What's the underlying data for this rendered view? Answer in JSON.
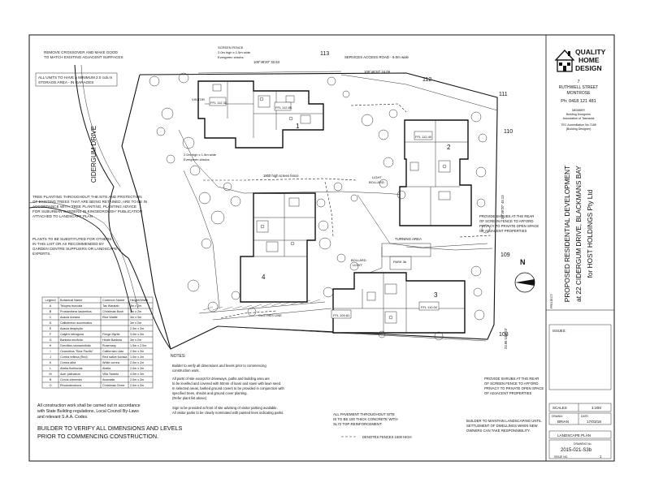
{
  "company": {
    "name_line1": "QUALITY",
    "name_line2": "HOME",
    "name_line3": "DESIGN",
    "address1": "7",
    "address2": "RUTHWELL STREET",
    "address3": "MONTROSE",
    "phone": "Ph: 0418 121 481",
    "member1": "MEMBER",
    "member2": "Building Designers",
    "member3": "Association of Tasmania",
    "accred1": "TEC Accreditation No.7188",
    "accred2": "(Building Designer)"
  },
  "project": {
    "label": "PROJECT:",
    "line1": "PROPOSED RESIDENTIAL DEVELOPMENT",
    "line2": "at 22 CIDERGUM DRIVE, BLACKMANS BAY",
    "line3": "for HOST HOLDINGS Pty Ltd"
  },
  "titleblock": {
    "issues_label": "ISSUES:",
    "scales_label": "SCALES",
    "scale_value": "1:200",
    "drawn_label": "DRAWN:",
    "drawn_value": "BRIAN",
    "date_label": "DATE:",
    "date_value": "17/03/18",
    "sheet_name": "LANDSCAPE PLAN",
    "drawing_label": "DRAWING No.",
    "drawing_no": "2015-021-S3b",
    "issue_label": "ISSUE NO.",
    "issue_no": "1"
  },
  "street": {
    "name": "CIDERGUM DRIVE"
  },
  "notes_left": {
    "crossover1": "REMOVE CROSSOVER AND MAKE GOOD",
    "crossover2": "TO MATCH EXISTING ADJACENT SURFACES",
    "storage1": "ALL UNITS TO HAVE A MINIMUM 2.0 cub.m",
    "storage2": "STORAGE AREA - IN GARAGES",
    "tree1": "TREE PLANTING THROUGHOUT THE SITE AND PROTECTION",
    "tree2": "OF EXISTING TREES THAT ARE BEING RETAINED, ARE TO BE IN",
    "tree3": "ACCORDANCE WITH 'TREE PLANTING, PLANTING ADVICE",
    "tree4": "FOR SUBURBAN GARDENS IN KINGBOROUGH' PUBLICATION",
    "tree5": "ATTACHED TO LANDSCAPE PLAN",
    "plants1": "PLANTS TO BE SUBSTITUTED FOR OTHERS",
    "plants2": "IN THIS LIST OR AS RECOMMENDED BY",
    "plants3": "GARDEN CENTRE SUPPLIERS OR LANDSCAPE",
    "plants4": "EXPERTS.",
    "construction1": "All construction work shall be carried out in accordance",
    "construction2": "with State Building regulations, Local Council By-Laws",
    "construction3": "and relevant S.A.A. Codes.",
    "verify1": "BUILDER TO VERIFY ALL DIMENSIONS AND LEVELS",
    "verify2": "PRIOR TO COMMENCING CONSTRUCTION."
  },
  "plant_table": {
    "headers": [
      "Legend",
      "Botanical Name",
      "Common Name",
      "Height/Width"
    ],
    "rows": [
      [
        "A",
        "Telopea truncata",
        "Tas Waratah",
        "3m x 2m"
      ],
      [
        "B",
        "Prostanthera lasianthos",
        "Christmas Bush",
        "3m x 2m"
      ],
      [
        "C",
        "Acacia riceana",
        "Rice Wattle",
        "3m x 3m"
      ],
      [
        "D",
        "Callistemon acuminatus",
        "",
        "3m x 2m"
      ],
      [
        "E",
        "Acacia iteaphylla",
        "",
        "2.5m x 2m"
      ],
      [
        "F",
        "Calytrix tetragona",
        "Fringe Myrtle",
        "3.0m x 2m"
      ],
      [
        "G",
        "Banksia ericifolia",
        "Heath Banksia",
        "3m x 2m"
      ],
      [
        "H",
        "Grevillea rosmarinifolia",
        "Rosemary",
        "1.5m x 2.0m"
      ],
      [
        "I",
        "Ceanothus \"Blue Pacific\"",
        "Californian Lilac",
        "2.5m x 2m"
      ],
      [
        "J",
        "Correa reflexa (Red)",
        "Red native fuchsia",
        "1.0m x 2m"
      ],
      [
        "K",
        "Correa alba",
        "White correa",
        "2.0m x 2m"
      ],
      [
        "L",
        "Abelia floribunda",
        "Abelia",
        "2.0m x 2m"
      ],
      [
        "M",
        "Acer palmatum",
        "Villa Taranto",
        "4.0m x 3m"
      ],
      [
        "N",
        "Cercis chinensis",
        "Avondale",
        "2.0m x 2m"
      ],
      [
        "O",
        "Rhododendrons",
        "Christmas Cheer",
        "2.0m x 2m"
      ]
    ]
  },
  "notes_center": {
    "heading": "NOTES:",
    "n1a": "Builder to verify all dimensions and levels prior to commencing",
    "n1b": "construction work.",
    "n2a": "All parts of site except for driveways, paths and building area are",
    "n2b": "to be levelled and covered with 50mm of loam and sown with lawn seed.",
    "n2c": "In selected areas, barked ground covers to be provided in conjunction with",
    "n2d": "specified trees, shrubs and ground cover planting.",
    "n2e": "(Refer plant list above)",
    "n3a": "Sign to be provided at front of site advising of visitor parking available.",
    "n3b": "All visitor parks to be clearly nominated with painted lines indicating parks.",
    "pavement1": "ALL PAVEMENT THROUGHOUT SITE",
    "pavement2": "IS TO BE 100 THICK CONCRETE WITH",
    "pavement3": "SL72 TOP REINFORCEMENT.",
    "fence_note": "DENOTES FENCES 1500 HIGH"
  },
  "notes_right": {
    "maintain1": "BUILDER TO MAINTAIN LANDSCAPING UNTIL",
    "maintain2": "SETTLEMENT OF DWELLINGS WHEN NEW",
    "maintain3": "OWNERS CAN TAKE RESPONSIBILITY.",
    "shrub1": "PROVIDE SHRUBS AT THE REAR",
    "shrub2": "OF SCREEN FENCE TO AFFORD",
    "shrub3": "PRIVACY TO PRIVATE OPEN SPACE",
    "shrub4": "OF ADJACENT PROPERTIES"
  },
  "site": {
    "service_road": "SERVICES ACCESS ROAD - 6.0m wide",
    "screen_fence1": "SCREEN FENCE",
    "screen_fence2": "2.0m high x 1.5m wide",
    "screen_fence3": "Evergreen shrubs",
    "screen_fence_b1": "2.0m high x 1.5m wide",
    "screen_fence_b2": "Evergreen shrubs",
    "fence_1800": "1800 high screen fence",
    "turning_area": "TURNING AREA",
    "bollard_light1": "BOLLARD",
    "bollard_light2": "LIGHT",
    "light_bollard1": "LIGHT",
    "light_bollard2": "BOLLARD",
    "park": "PARK 3b",
    "clothes_line": "CLOTHES LINE",
    "visitor": "VISITOR",
    "bearing1": "100°46'20\" 32.53",
    "bearing2": "109°46'20\" 24.09",
    "bearing3": "32°39'20\" 45.13",
    "bearing4": "23.95 100°23'",
    "lot113": "113",
    "lot112": "112",
    "lot111": "111",
    "lot110": "110",
    "lot109": "109",
    "lot108": "108",
    "unit1": "1",
    "unit2": "2",
    "unit3": "3",
    "unit4": "4",
    "ffl1a": "FFL 112.32",
    "ffl1b": "FFL 112.85",
    "ffl2": "FFL 112.40",
    "ffl3a": "FFL 109.81",
    "ffl3b": "FFL 110.00",
    "north": "N"
  }
}
